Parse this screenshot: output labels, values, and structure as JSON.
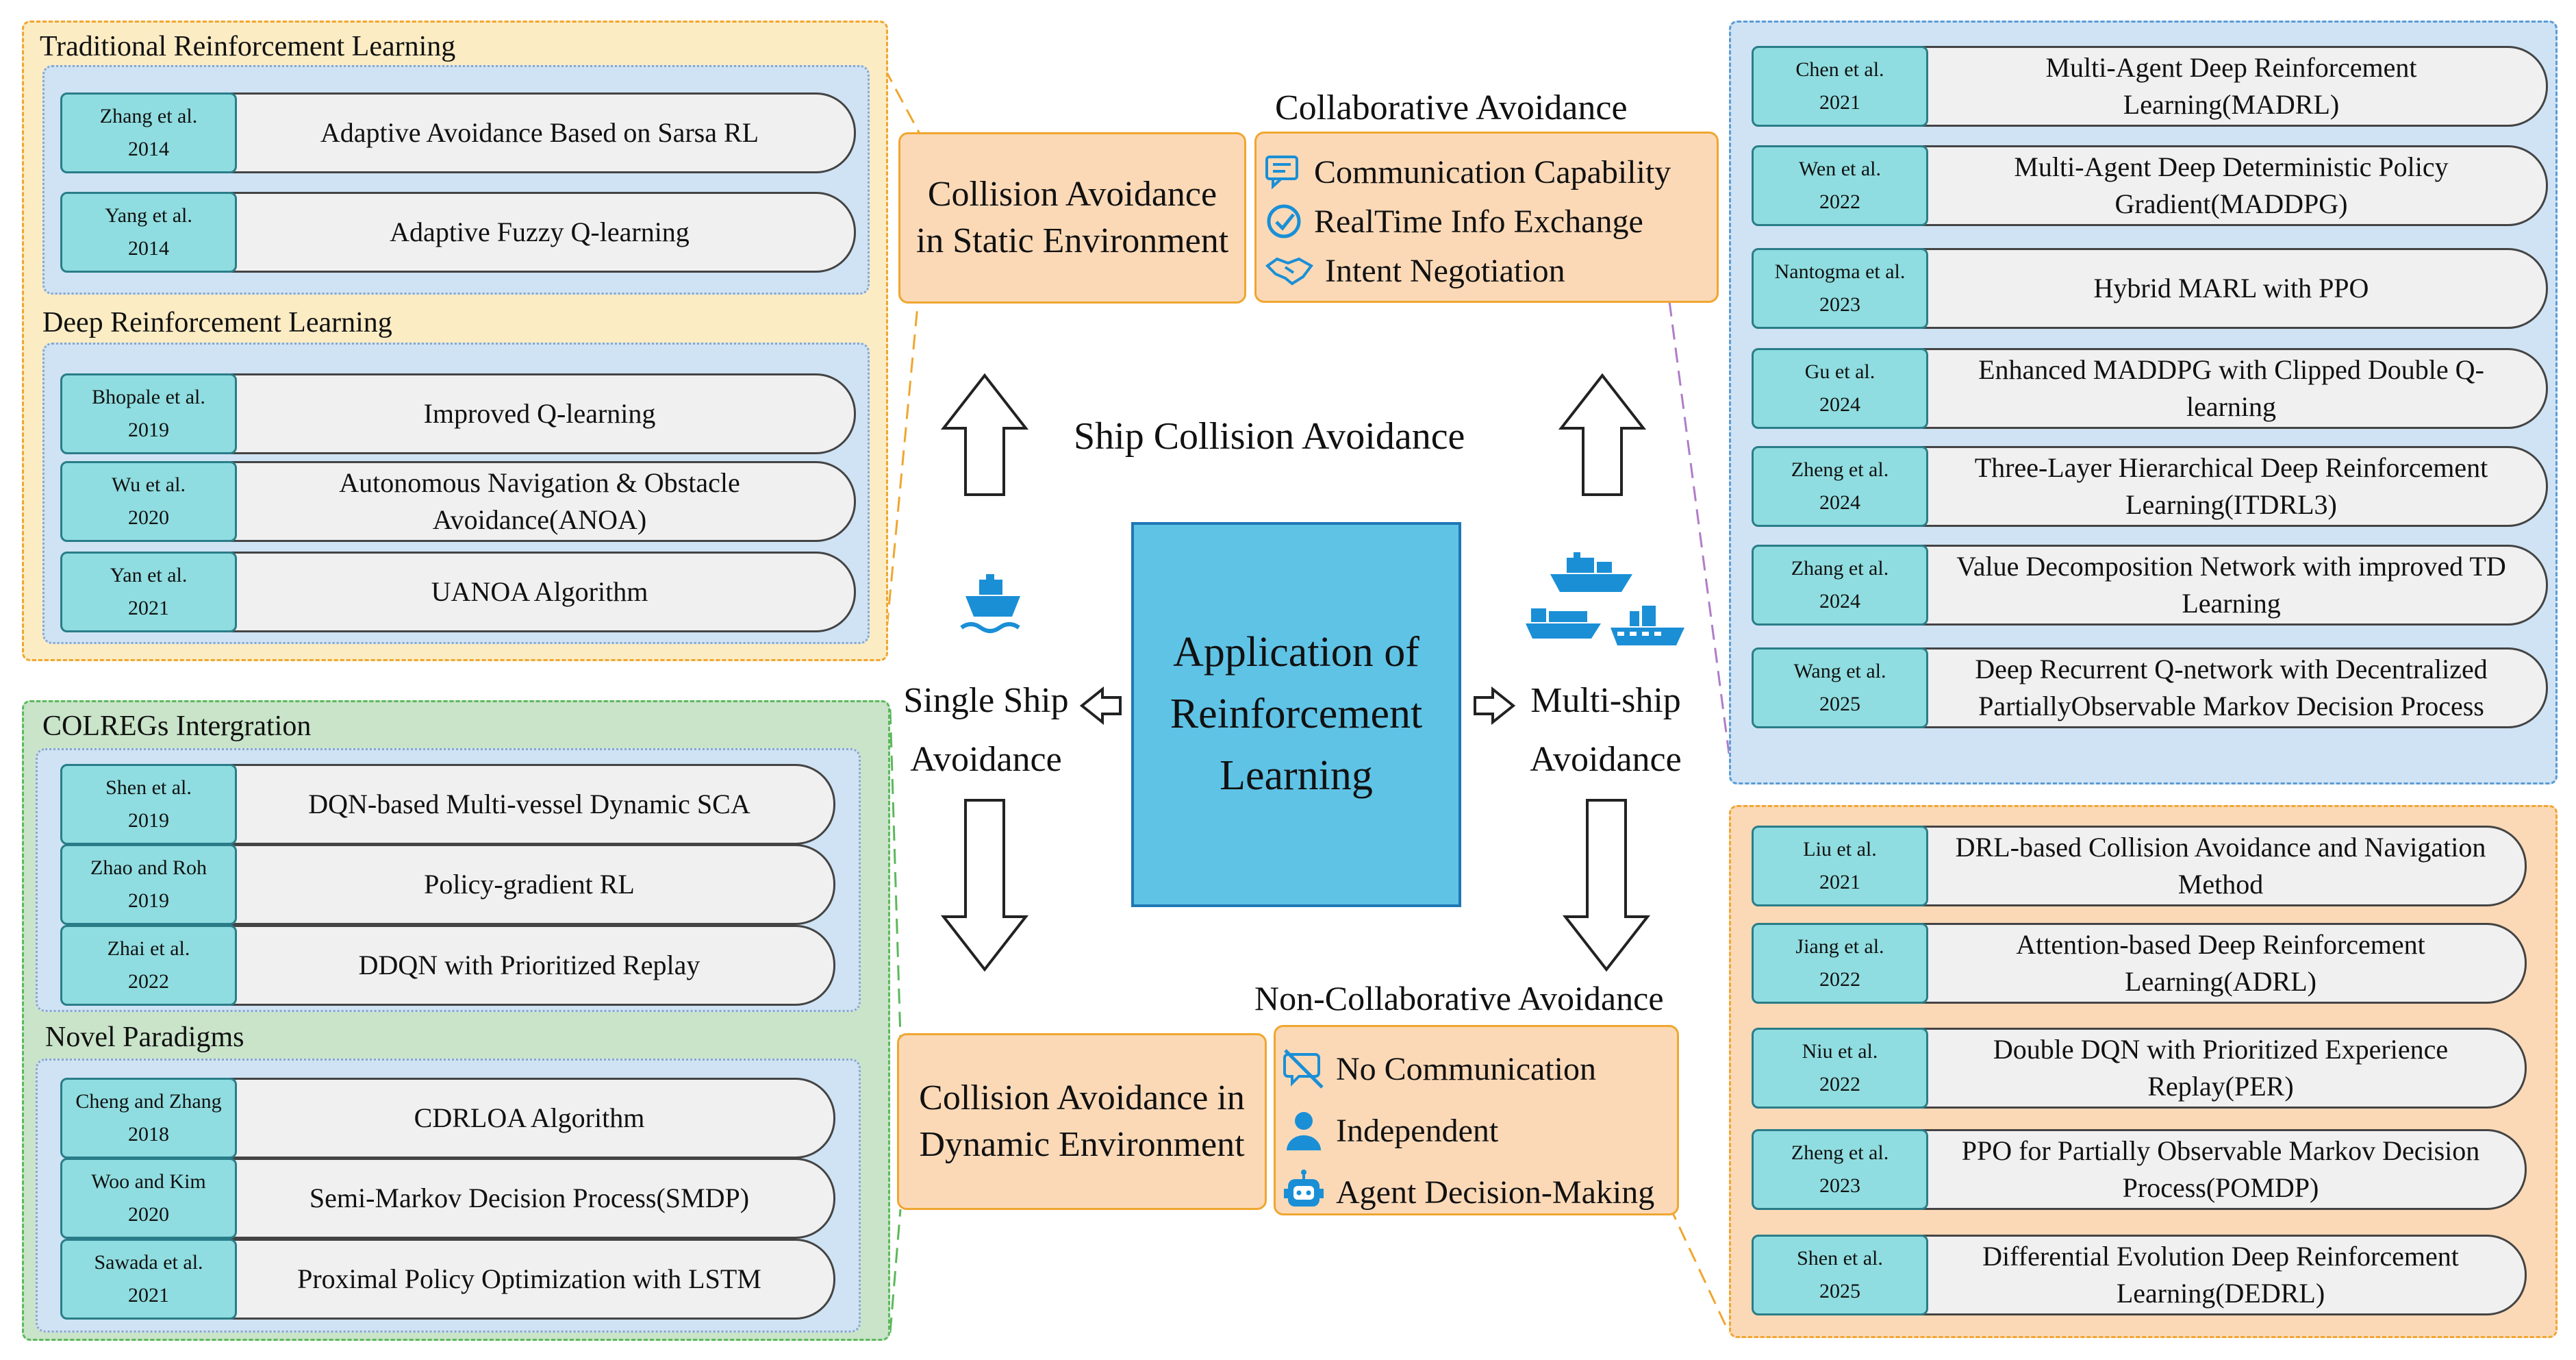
{
  "center": {
    "line1": "Application of",
    "line2": "Reinforcement",
    "line3": "Learning"
  },
  "main_title": "Ship Collision Avoidance",
  "single": {
    "line1": "Single Ship",
    "line2": "Avoidance"
  },
  "multi": {
    "line1": "Multi-ship",
    "line2": "Avoidance"
  },
  "static_env": {
    "line1": "Collision Avoidance",
    "line2": "in Static Environment"
  },
  "dynamic_env": {
    "line1": "Collision Avoidance in",
    "line2": "Dynamic Environment"
  },
  "collab": {
    "title": "Collaborative Avoidance",
    "features": [
      {
        "icon": "chat-icon",
        "label": "Communication Capability"
      },
      {
        "icon": "check-icon",
        "label": "RealTime Info Exchange"
      },
      {
        "icon": "handshake-icon",
        "label": "Intent Negotiation"
      }
    ]
  },
  "noncollab": {
    "title": "Non-Collaborative Avoidance",
    "features": [
      {
        "icon": "no-communication-icon",
        "label": "No Communication"
      },
      {
        "icon": "person-icon",
        "label": "Independent"
      },
      {
        "icon": "robot-icon",
        "label": "Agent Decision-Making"
      }
    ]
  },
  "trad_rl": {
    "title": "Traditional Reinforcement Learning",
    "entries": [
      {
        "author": "Zhang et al.",
        "year": "2014",
        "desc": "Adaptive Avoidance Based on Sarsa RL"
      },
      {
        "author": "Yang et al.",
        "year": "2014",
        "desc": "Adaptive Fuzzy Q-learning"
      }
    ]
  },
  "deep_rl": {
    "title": "Deep Reinforcement Learning",
    "entries": [
      {
        "author": "Bhopale et al.",
        "year": "2019",
        "desc": "Improved Q-learning"
      },
      {
        "author": "Wu et al.",
        "year": "2020",
        "desc": "Autonomous Navigation & Obstacle Avoidance(ANOA)"
      },
      {
        "author": "Yan et al.",
        "year": "2021",
        "desc": "UANOA Algorithm"
      }
    ]
  },
  "colregs": {
    "title": "COLREGs Intergration",
    "entries": [
      {
        "author": "Shen et al.",
        "year": "2019",
        "desc": "DQN-based Multi-vessel Dynamic SCA"
      },
      {
        "author": "Zhao and Roh",
        "year": "2019",
        "desc": "Policy-gradient RL"
      },
      {
        "author": "Zhai et al.",
        "year": "2022",
        "desc": "DDQN with Prioritized Replay"
      }
    ]
  },
  "novel": {
    "title": "Novel Paradigms",
    "entries": [
      {
        "author": "Cheng and Zhang",
        "year": "2018",
        "desc": "CDRLOA Algorithm"
      },
      {
        "author": "Woo and Kim",
        "year": "2020",
        "desc": "Semi-Markov Decision Process(SMDP)"
      },
      {
        "author": "Sawada et al.",
        "year": "2021",
        "desc": "Proximal Policy Optimization with LSTM"
      }
    ]
  },
  "collab_list": {
    "entries": [
      {
        "author": "Chen et al.",
        "year": "2021",
        "desc": "Multi-Agent Deep Reinforcement Learning(MADRL)"
      },
      {
        "author": "Wen et al.",
        "year": "2022",
        "desc": "Multi-Agent Deep Deterministic Policy Gradient(MADDPG)"
      },
      {
        "author": "Nantogma et al.",
        "year": "2023",
        "desc": "Hybrid MARL with PPO"
      },
      {
        "author": "Gu et al.",
        "year": "2024",
        "desc": "Enhanced MADDPG with Clipped Double Q-learning"
      },
      {
        "author": "Zheng et al.",
        "year": "2024",
        "desc": "Three-Layer Hierarchical Deep Reinforcement Learning(ITDRL3)"
      },
      {
        "author": "Zhang et al.",
        "year": "2024",
        "desc": "Value Decomposition Network with improved TD Learning"
      },
      {
        "author": "Wang et al.",
        "year": "2025",
        "desc": "Deep Recurrent Q-network with Decentralized PartiallyObservable Markov Decision Process"
      }
    ]
  },
  "noncollab_list": {
    "entries": [
      {
        "author": "Liu et al.",
        "year": "2021",
        "desc": "DRL-based Collision Avoidance and Navigation Method"
      },
      {
        "author": "Jiang et al.",
        "year": "2022",
        "desc": "Attention-based Deep Reinforcement Learning(ADRL)"
      },
      {
        "author": "Niu et al.",
        "year": "2022",
        "desc": "Double DQN with Prioritized Experience Replay(PER)"
      },
      {
        "author": "Zheng et al.",
        "year": "2023",
        "desc": "PPO for Partially Observable Markov Decision Process(POMDP)"
      },
      {
        "author": "Shen et al.",
        "year": "2025",
        "desc": "Differential Evolution Deep Reinforcement Learning(DEDRL)"
      }
    ]
  },
  "colors": {
    "orange_fill": "#fbd9b7",
    "orange_border": "#f0a630",
    "blue_fill": "#cfe3f4",
    "teal": "#8fdde0",
    "center_fill": "#5fc3e6",
    "green_fill": "#c9e4c9",
    "yellow_fill": "#fbecc4",
    "icon_blue": "#1a8fd6"
  }
}
